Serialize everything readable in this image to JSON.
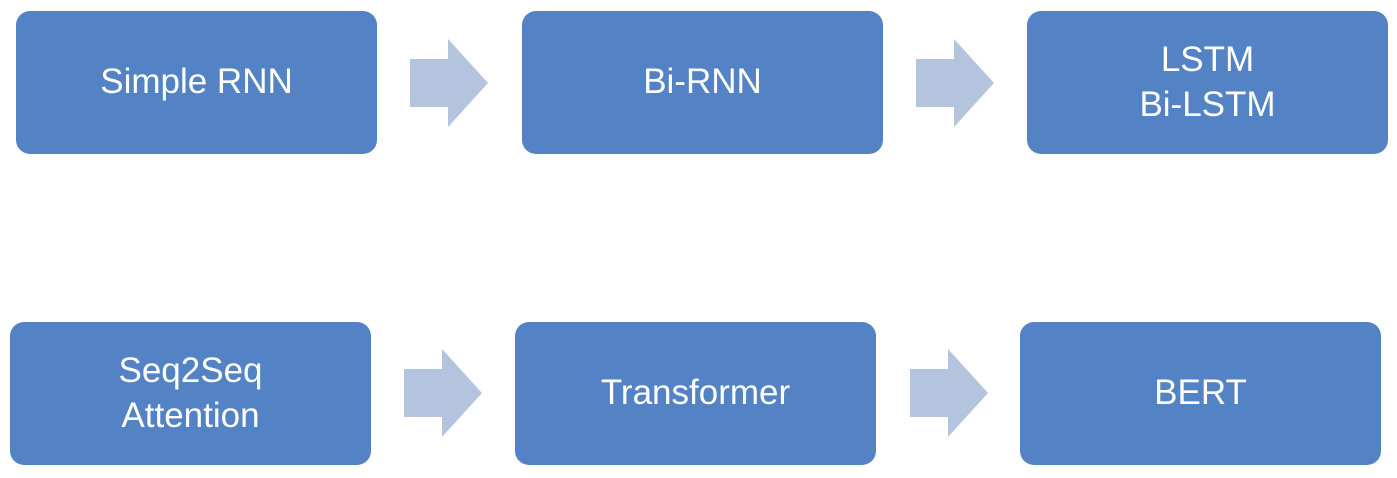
{
  "colors": {
    "box_fill": "#5383c4",
    "box_text": "#ffffff",
    "arrow_fill": "#b4c4de",
    "background": "#ffffff"
  },
  "row1": {
    "box1": {
      "lines": [
        "Simple RNN"
      ]
    },
    "box2": {
      "lines": [
        "Bi-RNN"
      ]
    },
    "box3": {
      "lines": [
        "LSTM",
        "Bi-LSTM"
      ]
    }
  },
  "row2": {
    "box1": {
      "lines": [
        "Seq2Seq",
        "Attention"
      ]
    },
    "box2": {
      "lines": [
        "Transformer"
      ]
    },
    "box3": {
      "lines": [
        "BERT"
      ]
    }
  }
}
